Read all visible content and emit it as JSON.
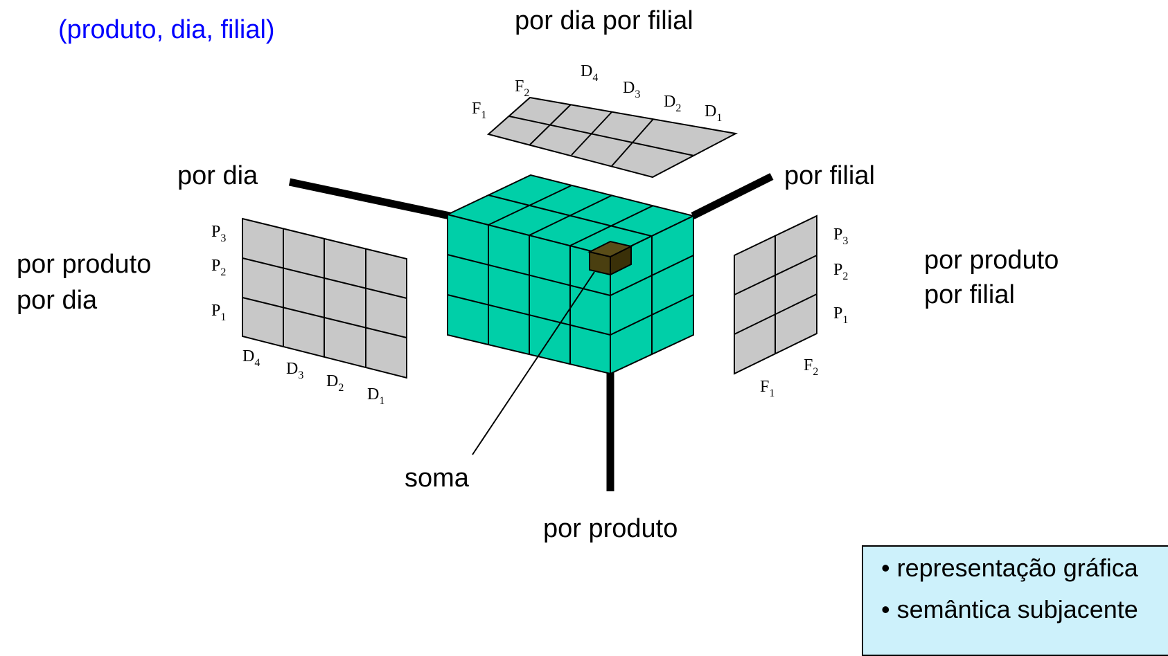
{
  "title": "(produto, dia, filial)",
  "labels": {
    "top_plane": "por dia por filial",
    "axis_dia": "por dia",
    "axis_filial": "por filial",
    "axis_produto": "por produto",
    "left_plane_line1": "por produto",
    "left_plane_line2": "por dia",
    "right_plane_line1": "por produto",
    "right_plane_line2": "por filial",
    "soma": "soma"
  },
  "indices": {
    "dias": [
      {
        "letter": "D",
        "sub": "4"
      },
      {
        "letter": "D",
        "sub": "3"
      },
      {
        "letter": "D",
        "sub": "2"
      },
      {
        "letter": "D",
        "sub": "1"
      }
    ],
    "filiais": [
      {
        "letter": "F",
        "sub": "1"
      },
      {
        "letter": "F",
        "sub": "2"
      }
    ],
    "produtos": [
      {
        "letter": "P",
        "sub": "3"
      },
      {
        "letter": "P",
        "sub": "2"
      },
      {
        "letter": "P",
        "sub": "1"
      }
    ]
  },
  "note": {
    "items": [
      "• representação gráfica",
      "• semântica subjacente"
    ]
  },
  "colors": {
    "cube_face": "#00cfa8",
    "plane_cell": "#c8c8c8",
    "highlight_cell": "#4a3f10",
    "title_text": "#0000ff",
    "note_background": "#cdf1fb"
  }
}
